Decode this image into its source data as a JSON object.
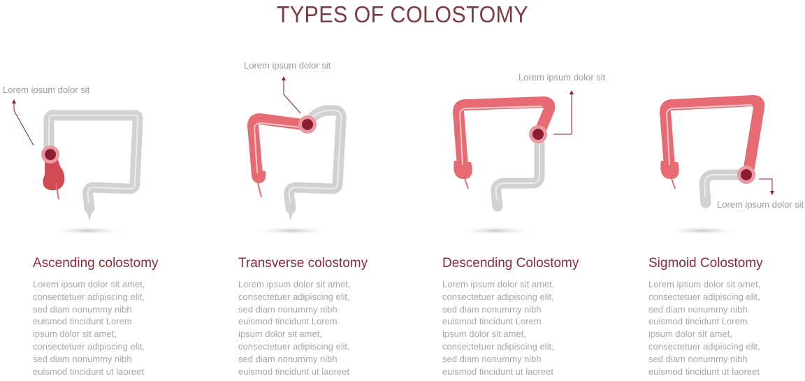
{
  "title": "TYPES OF COLOSTOMY",
  "colors": {
    "accent": "#7e3a44",
    "heading": "#8a2a3b",
    "colon_red": "#e66b73",
    "colon_gray": "#d2d2d2",
    "stoma": "#8b1e33",
    "text": "#a7a7a7"
  },
  "panels": [
    {
      "heading": "Ascending colostomy",
      "callout": "Lorem ipsum dolor sit",
      "body": "Lorem ipsum dolor sit amet,\nconsectetuer adipiscing elit,\nsed diam nonummy nibh\neuismod tincidunt Lorem\nipsum dolor sit amet,\nconsectetuer adipiscing elit,\nsed diam nonummy nibh\neuismod tincidunt ut laoreet"
    },
    {
      "heading": "Transverse colostomy",
      "callout": "Lorem ipsum dolor sit",
      "body": "Lorem ipsum dolor sit amet,\nconsectetuer adipiscing elit,\nsed diam nonummy nibh\neuismod tincidunt Lorem\nipsum dolor sit amet,\nconsectetuer adipiscing elit,\nsed diam nonummy nibh\neuismod tincidunt ut laoreet"
    },
    {
      "heading": "Descending Colostomy",
      "callout": "Lorem ipsum dolor sit",
      "body": "Lorem ipsum dolor sit amet,\nconsectetuer adipiscing elit,\nsed diam nonummy nibh\neuismod tincidunt Lorem\nipsum dolor sit amet,\nconsectetuer adipiscing elit,\nsed diam nonummy nibh\neuismod tincidunt ut laoreet"
    },
    {
      "heading": "Sigmoid Colostomy",
      "callout": "Lorem ipsum dolor sit",
      "body": "Lorem ipsum dolor sit amet,\nconsectetuer adipiscing elit,\nsed diam nonummy nibh\neuismod tincidunt Lorem\nipsum dolor sit amet,\nconsectetuer adipiscing elit,\nsed diam nonummy nibh\neuismod tincidunt ut laoreet"
    }
  ]
}
